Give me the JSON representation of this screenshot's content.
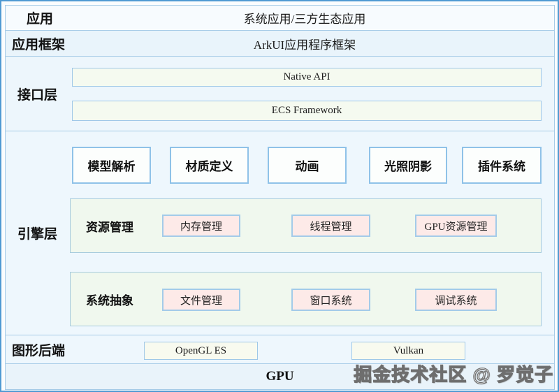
{
  "colors": {
    "outer_border": "#4f9ad3",
    "row_border": "#a6cbe7",
    "row_blue_bg": "#e9f4fb",
    "green_box_bg": "#f5faf0",
    "feature_box_bg": "#fcfefd",
    "group_box_bg": "#f0f8ee",
    "pink_box_bg": "#fdeae8",
    "pink_box_border": "#a3cbe9"
  },
  "layers": {
    "app": {
      "label": "应用",
      "content": "系统应用/三方生态应用"
    },
    "framework": {
      "label": "应用框架",
      "content": "ArkUI应用程序框架"
    },
    "interface": {
      "label": "接口层",
      "boxes": [
        "Native API",
        "ECS Framework"
      ]
    },
    "engine": {
      "label": "引擎层",
      "features": [
        "模型解析",
        "材质定义",
        "动画",
        "光照阴影",
        "插件系统"
      ],
      "groups": [
        {
          "label": "资源管理",
          "items": [
            "内存管理",
            "线程管理",
            "GPU资源管理"
          ]
        },
        {
          "label": "系统抽象",
          "items": [
            "文件管理",
            "窗口系统",
            "调试系统"
          ]
        }
      ]
    },
    "backend": {
      "label": "图形后端",
      "boxes": [
        "OpenGL ES",
        "Vulkan"
      ]
    },
    "gpu": {
      "label": "GPU"
    }
  },
  "watermark": {
    "text": "掘金技术社区 @ 罗觉子"
  }
}
